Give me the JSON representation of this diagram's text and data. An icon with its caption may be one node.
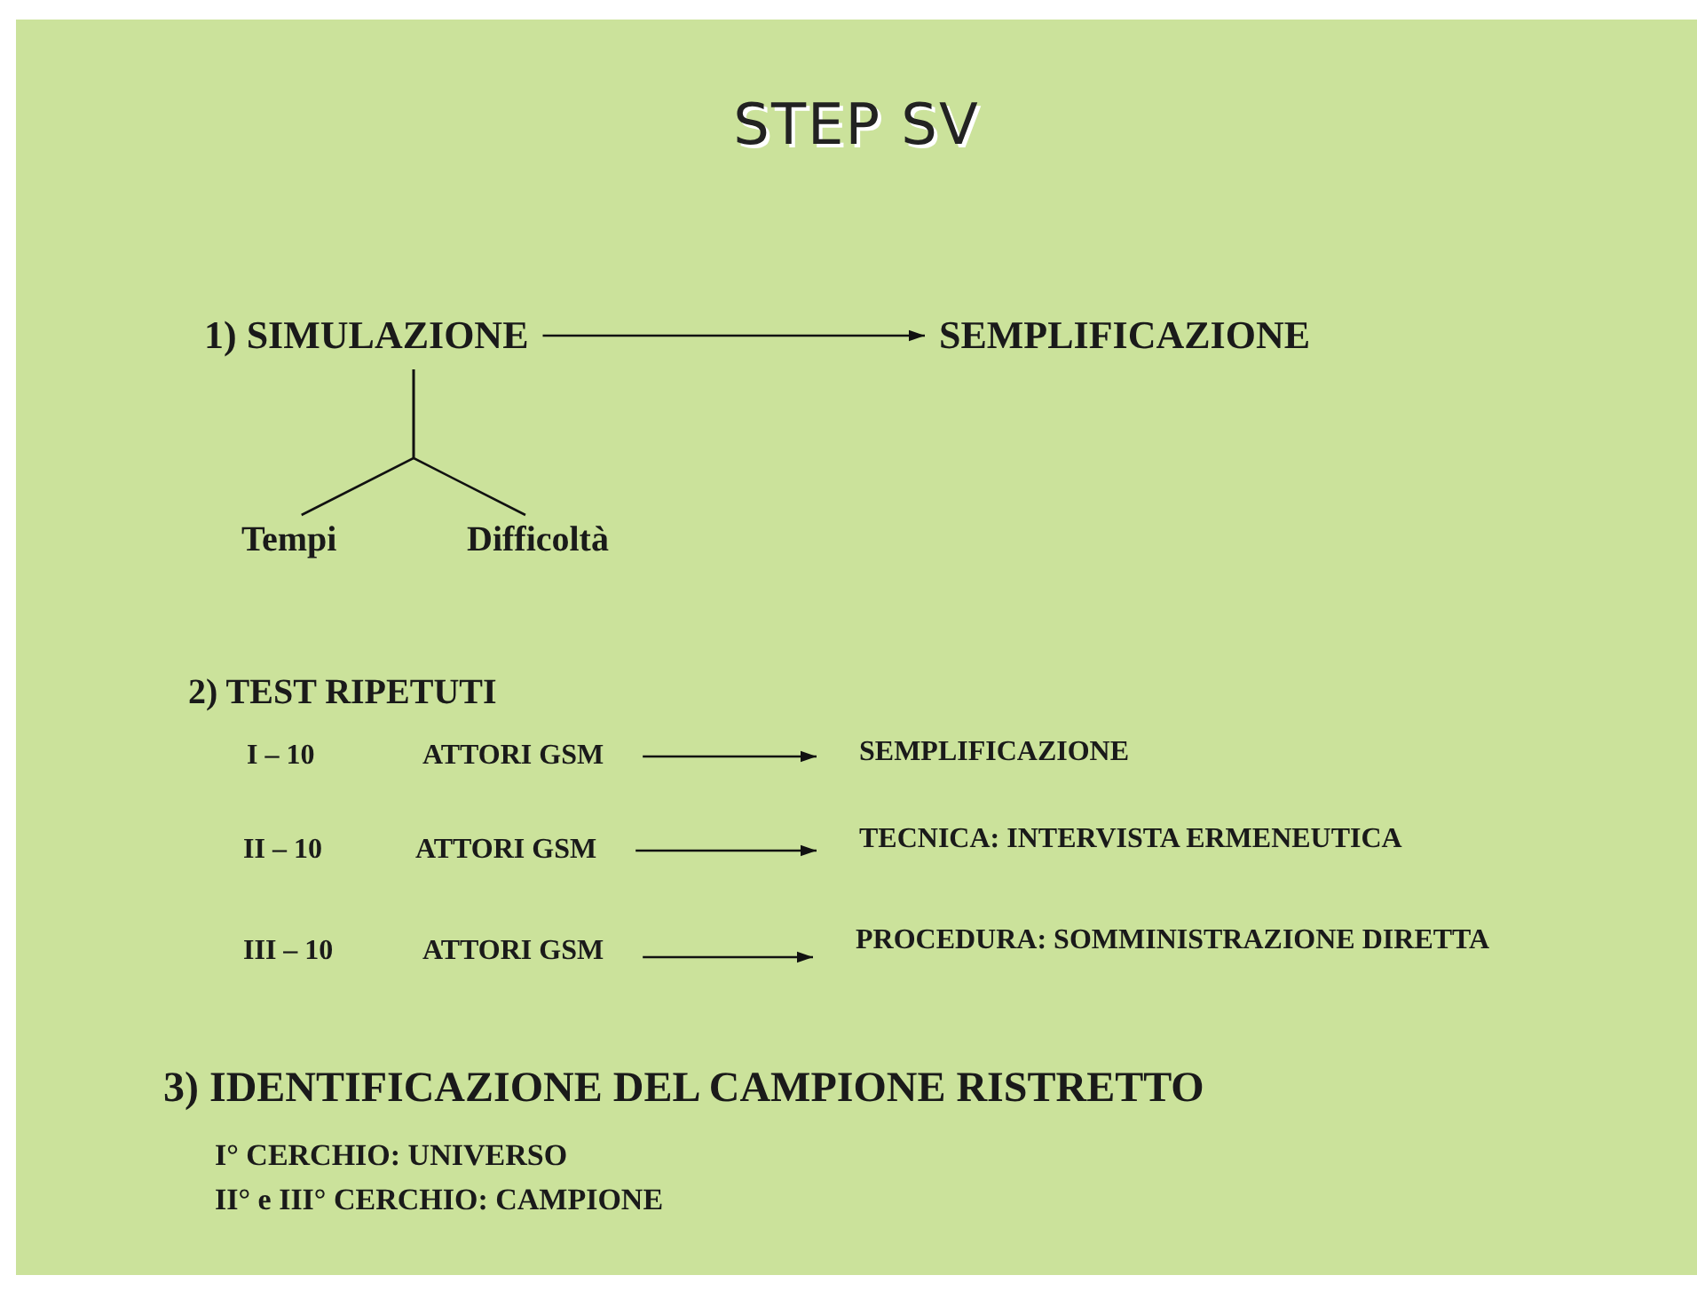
{
  "diagram": {
    "title": "STEP SV",
    "nodes": [
      {
        "text": [
          "1) SIMULAZIONE"
        ]
      },
      {
        "text": [
          "SEMPLIFICAZIONE"
        ]
      },
      {
        "text": [
          "Tempi"
        ]
      },
      {
        "text": [
          "Difficoltà"
        ]
      },
      {
        "text": [
          "ATTORI GSM"
        ]
      },
      {
        "text": [
          "SEMPLIFICAZIONE"
        ]
      },
      {
        "text": [
          "ATTORI GSM"
        ]
      },
      {
        "text": [
          "TECNICA: INTERVISTA ERMENEUTICA"
        ]
      },
      {
        "text": [
          "ATTORI GSM"
        ]
      },
      {
        "text": [
          "PROCEDURA: SOMMINISTRAZIONE DIRETTA"
        ]
      }
    ],
    "edges": [
      {
        "from": 0,
        "to": 1,
        "arrow": "to"
      },
      {
        "from": 0,
        "to": 2,
        "arrow": "none"
      },
      {
        "from": 0,
        "to": 3,
        "arrow": "none"
      },
      {
        "from": 4,
        "to": 5,
        "arrow": "to"
      },
      {
        "from": 6,
        "to": 7,
        "arrow": "to"
      },
      {
        "from": 8,
        "to": 9,
        "arrow": "to"
      }
    ],
    "labels": [
      "2) TEST RIPETUTI",
      "I – 10",
      "II – 10",
      "III – 10",
      "3) IDENTIFICAZIONE DEL CAMPIONE RISTRETTO",
      "I° CERCHIO: UNIVERSO",
      "II° e III° CERCHIO: CAMPIONE"
    ]
  }
}
